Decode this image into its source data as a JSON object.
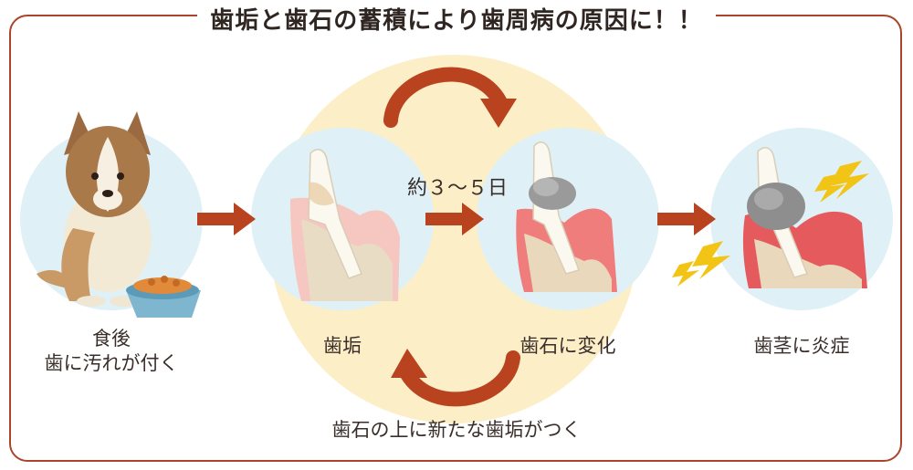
{
  "title": "歯垢と歯石の蓄積により歯周病の原因に！！",
  "steps": [
    {
      "line1": "食後",
      "line2": "歯に汚れが付く"
    },
    {
      "label": "歯垢"
    },
    {
      "label": "歯石に変化"
    },
    {
      "label": "歯茎に炎症"
    }
  ],
  "duration_label": "約３～５日",
  "cycle_label": "歯石の上に新たな歯垢がつく",
  "colors": {
    "frame": "#a9452a",
    "arrow": "#b9431f",
    "cycle_bg": "#fcefc7",
    "circle_bg": "#dff1f7"
  }
}
